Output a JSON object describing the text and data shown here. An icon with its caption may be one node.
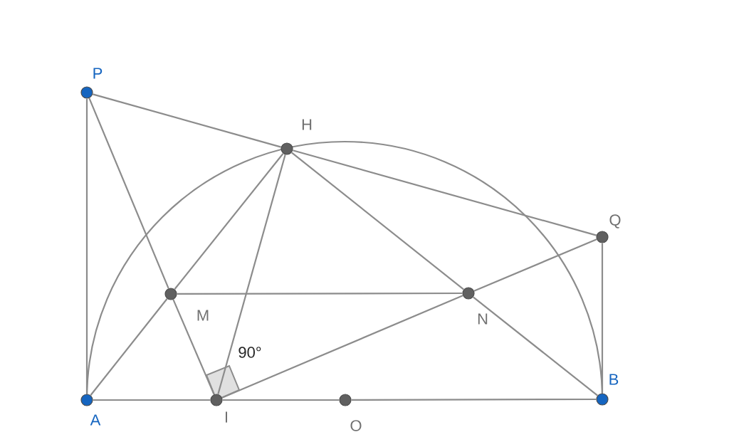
{
  "diagram": {
    "nodes": [
      {
        "text": [],
        "shape": "circle",
        "beside": [
          "P"
        ]
      },
      {
        "text": [],
        "shape": "circle",
        "beside": [
          "H"
        ]
      },
      {
        "text": [],
        "shape": "circle",
        "beside": [
          "Q"
        ]
      },
      {
        "text": [],
        "shape": "circle",
        "beside": [
          "M"
        ]
      },
      {
        "text": [],
        "shape": "circle",
        "beside": [
          "N"
        ]
      },
      {
        "text": [],
        "shape": "circle",
        "beside": [
          "A"
        ]
      },
      {
        "text": [],
        "shape": "circle",
        "beside": [
          "I"
        ]
      },
      {
        "text": [],
        "shape": "circle",
        "beside": [
          "O"
        ]
      },
      {
        "text": [],
        "shape": "circle",
        "beside": [
          "B"
        ]
      }
    ],
    "edges": [
      {
        "from": 0,
        "to": 5,
        "arrow": "none"
      },
      {
        "from": 0,
        "to": 1,
        "arrow": "none"
      },
      {
        "from": 1,
        "to": 2,
        "arrow": "none"
      },
      {
        "from": 2,
        "to": 8,
        "arrow": "none"
      },
      {
        "from": 5,
        "to": 6,
        "arrow": "none"
      },
      {
        "from": 6,
        "to": 7,
        "arrow": "none"
      },
      {
        "from": 7,
        "to": 8,
        "arrow": "none"
      },
      {
        "from": 0,
        "to": 3,
        "arrow": "none"
      },
      {
        "from": 3,
        "to": 6,
        "arrow": "none"
      },
      {
        "from": 5,
        "to": 3,
        "arrow": "none"
      },
      {
        "from": 3,
        "to": 1,
        "arrow": "none"
      },
      {
        "from": 1,
        "to": 6,
        "arrow": "none"
      },
      {
        "from": 1,
        "to": 4,
        "arrow": "none"
      },
      {
        "from": 4,
        "to": 8,
        "arrow": "none"
      },
      {
        "from": 6,
        "to": 4,
        "arrow": "none"
      },
      {
        "from": 4,
        "to": 2,
        "arrow": "none"
      },
      {
        "from": 3,
        "to": 4,
        "arrow": "none"
      }
    ],
    "labels": [
      "90°"
    ]
  }
}
